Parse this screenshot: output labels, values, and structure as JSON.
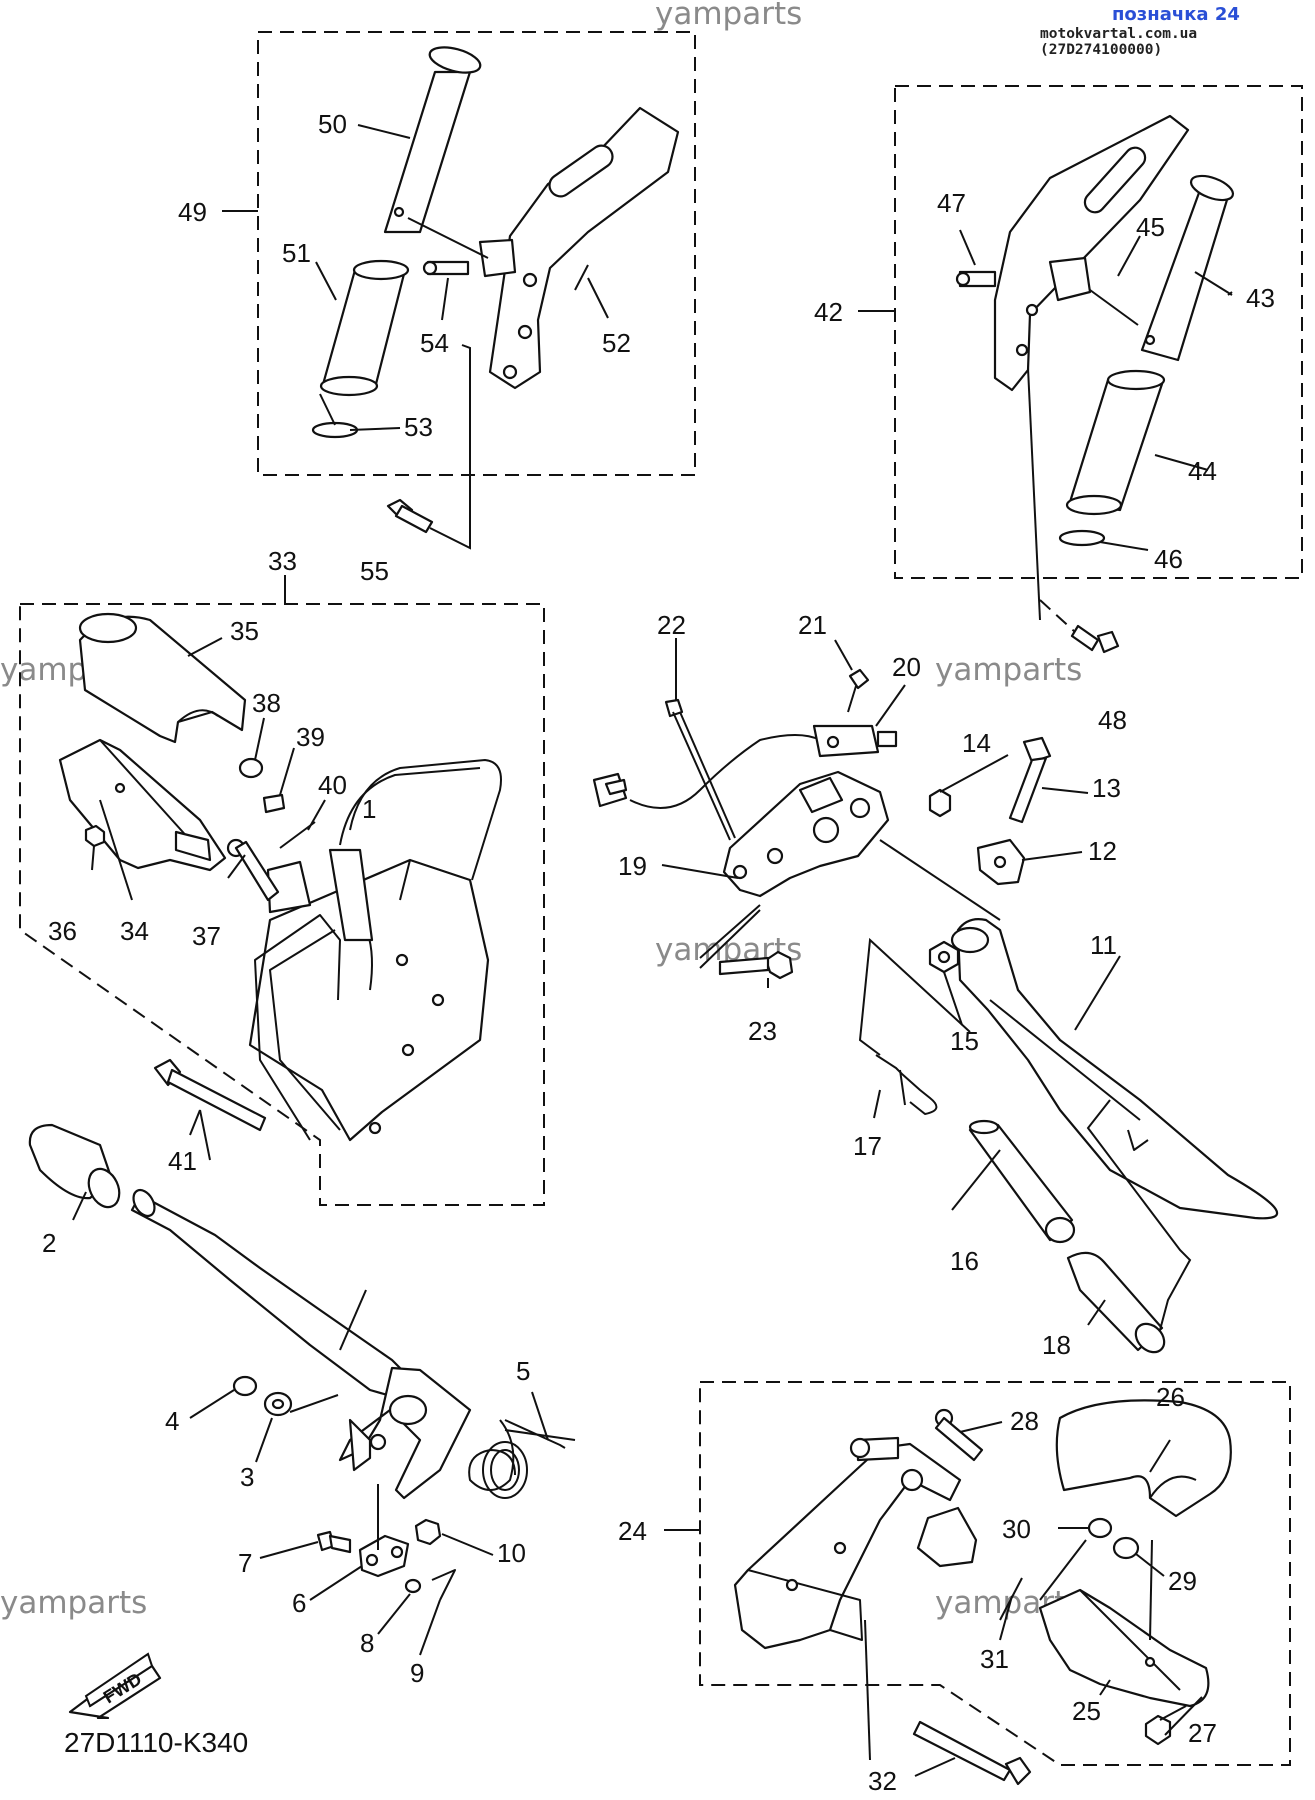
{
  "header": {
    "title": "позначка 24",
    "source": "motokvartal.com.ua (27D274100000)"
  },
  "watermark": "yamparts",
  "diagram_code": "27D1110-K340",
  "fwd_label": "FWD",
  "callouts": [
    "1",
    "2",
    "3",
    "4",
    "5",
    "6",
    "7",
    "8",
    "9",
    "10",
    "11",
    "12",
    "13",
    "14",
    "15",
    "16",
    "17",
    "18",
    "19",
    "20",
    "21",
    "22",
    "23",
    "24",
    "25",
    "26",
    "27",
    "28",
    "29",
    "30",
    "31",
    "32",
    "33",
    "34",
    "35",
    "36",
    "37",
    "38",
    "39",
    "40",
    "41",
    "42",
    "43",
    "44",
    "45",
    "46",
    "47",
    "48",
    "49",
    "50",
    "51",
    "52",
    "53",
    "54",
    "55"
  ],
  "colors": {
    "line": "#111111",
    "header_title": "#2a4fd6",
    "watermark": "#8a8a8a"
  }
}
